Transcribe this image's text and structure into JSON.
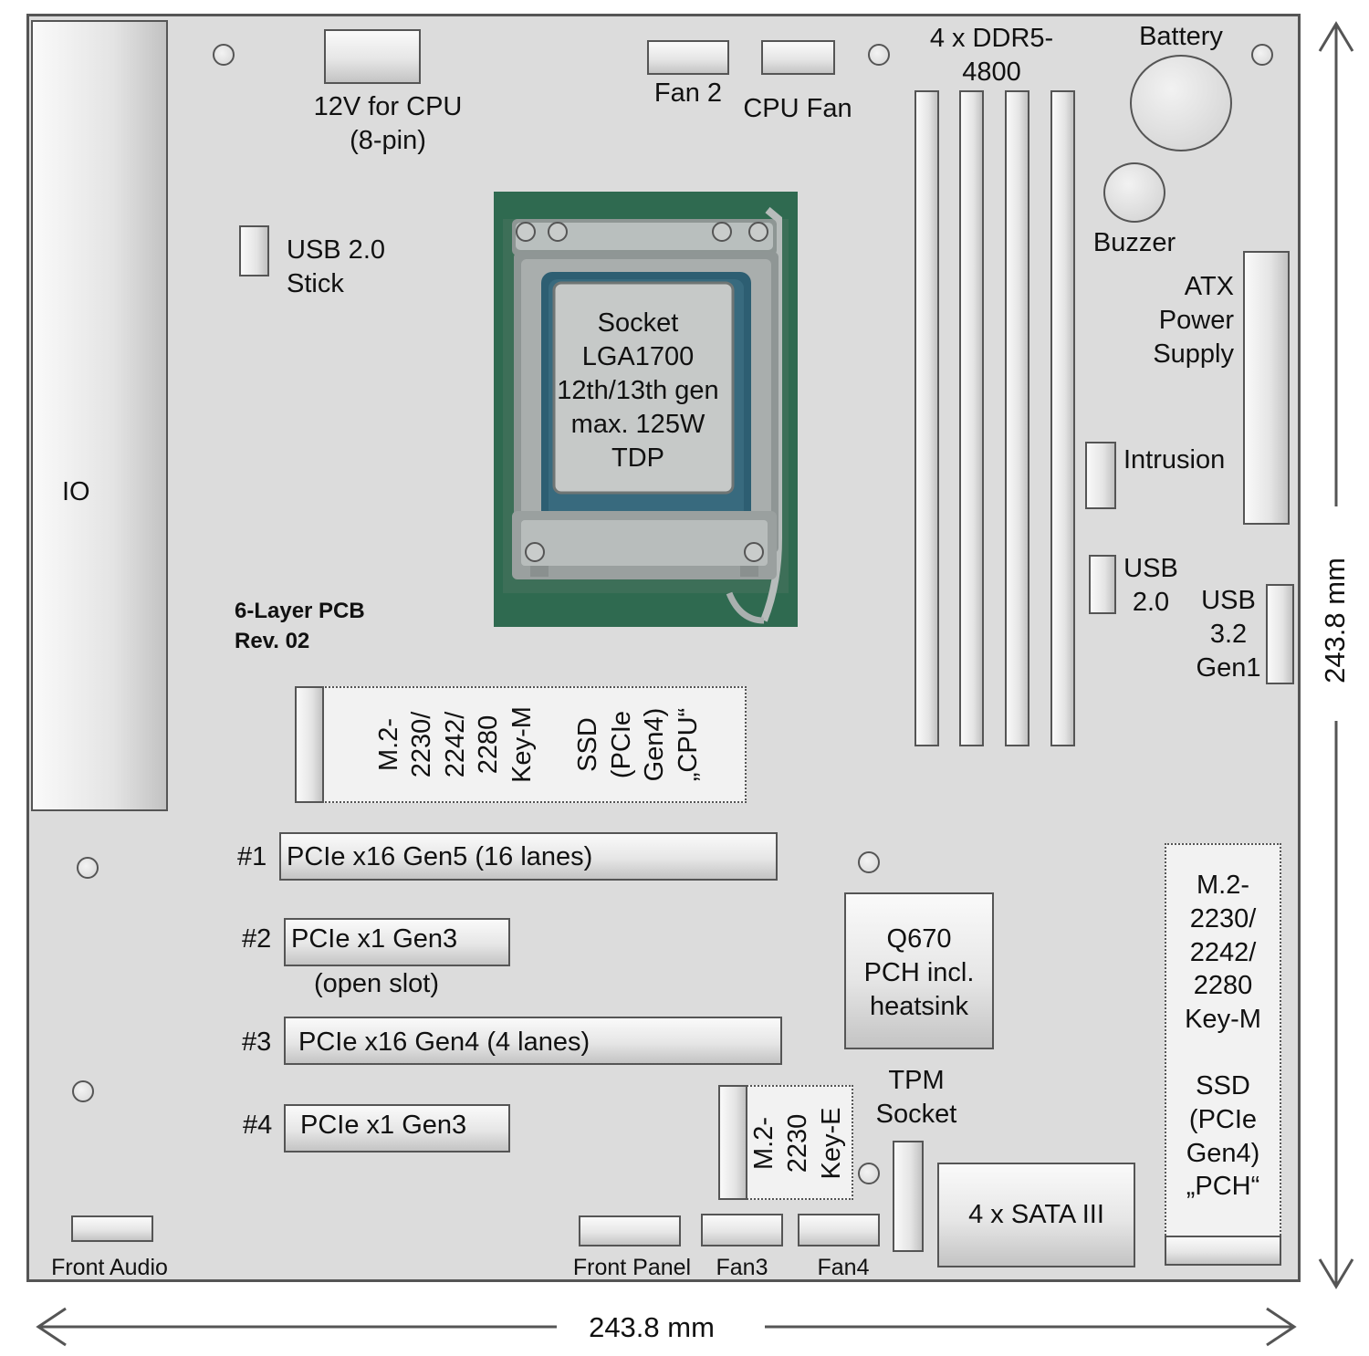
{
  "io": "IO",
  "cpu_power": [
    "12V for CPU",
    "(8-pin)"
  ],
  "fan2": "Fan 2",
  "cpu_fan": "CPU Fan",
  "ram": [
    "4 x DDR5-",
    "4800"
  ],
  "battery": "Battery",
  "buzzer": "Buzzer",
  "usb_stick": [
    "USB 2.0",
    "Stick"
  ],
  "atx": [
    "ATX",
    "Power",
    "Supply"
  ],
  "socket": [
    "Socket",
    "LGA1700",
    "12th/13th gen",
    "max. 125W",
    "TDP"
  ],
  "intrusion": "Intrusion",
  "usb20": [
    "USB",
    "2.0"
  ],
  "usb32": [
    "USB",
    "3.2",
    "Gen1"
  ],
  "pcb": [
    "6-Layer PCB",
    "Rev. 02"
  ],
  "m2_cpu": [
    "M.2-",
    "2230/",
    "2242/",
    "2280",
    "Key-M",
    "",
    "SSD",
    "(PCIe",
    "Gen4)",
    "„CPU“"
  ],
  "slots": [
    {
      "num": "#1",
      "label": "PCIe x16 Gen5 (16 lanes)"
    },
    {
      "num": "#2",
      "label": "PCIe x1 Gen3",
      "note": "(open slot)"
    },
    {
      "num": "#3",
      "label": "PCIe x16 Gen4 (4 lanes)"
    },
    {
      "num": "#4",
      "label": "PCIe x1  Gen3"
    }
  ],
  "pch": [
    "Q670",
    "PCH incl.",
    "heatsink"
  ],
  "m2_pch": [
    "M.2-",
    "2230/",
    "2242/",
    "2280",
    "Key-M",
    "",
    "SSD",
    "(PCIe",
    "Gen4)",
    "„PCH“"
  ],
  "m2_wifi": [
    "M.2-",
    "2230",
    "Key-E"
  ],
  "tpm": [
    "TPM",
    "Socket"
  ],
  "sata": "4 x SATA III",
  "front_audio": "Front Audio",
  "front_panel": "Front Panel",
  "fan3": "Fan3",
  "fan4": "Fan4",
  "dim_width": "243.8 mm",
  "dim_height": "243.8 mm"
}
